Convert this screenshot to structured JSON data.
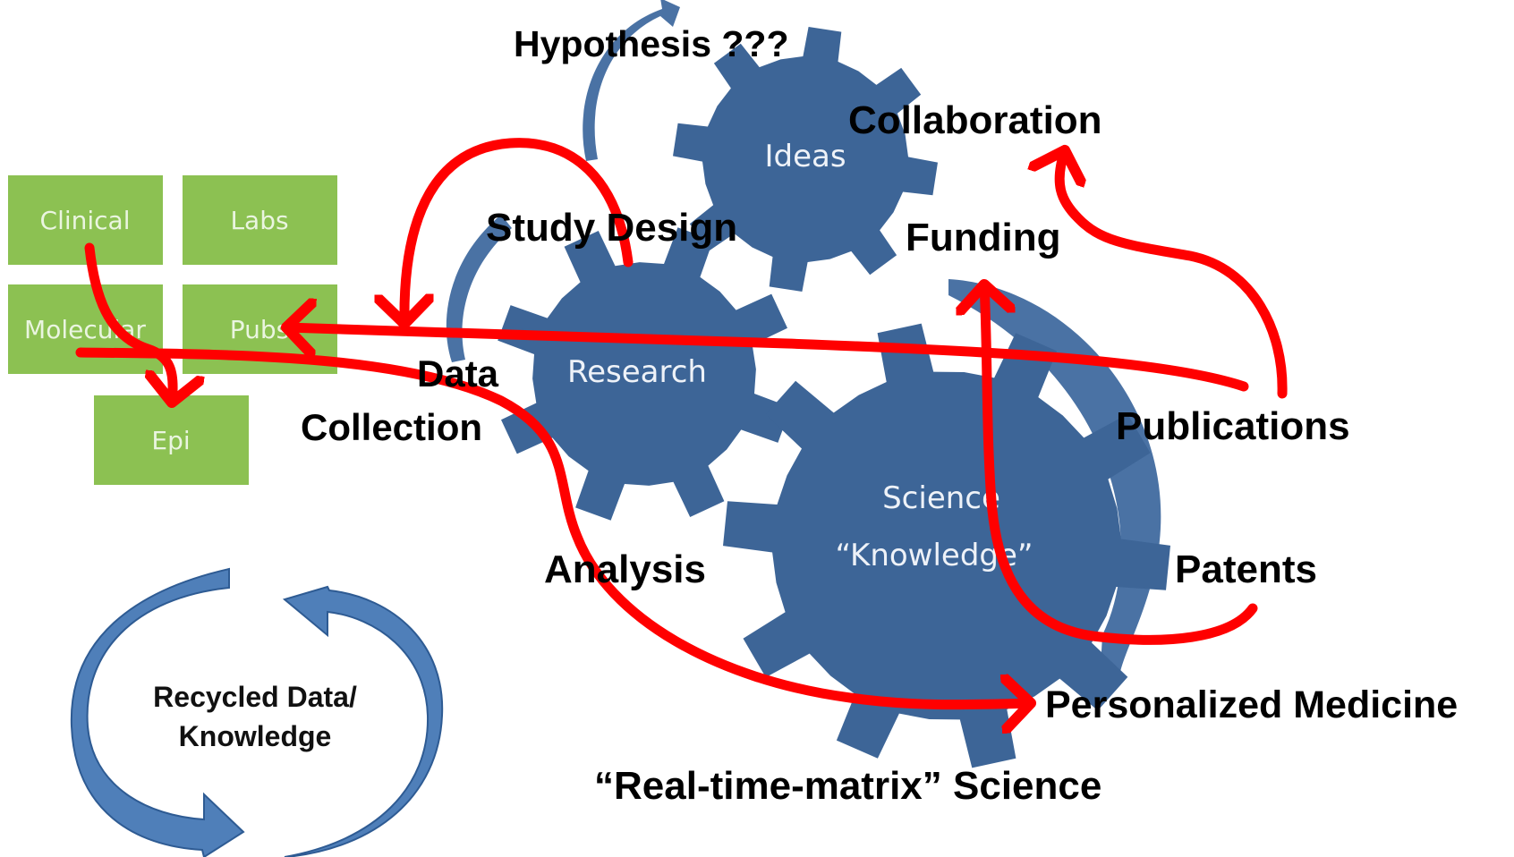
{
  "colors": {
    "gear": "#3d6597",
    "gear_arc": "#4a72a4",
    "box": "#8cc152",
    "red": "#ff0000",
    "cycle_arrow": "#4f7fb9"
  },
  "data_sources": {
    "boxes": [
      "Clinical",
      "Labs",
      "Molecular",
      "Pubs",
      "Epi"
    ]
  },
  "gears": {
    "ideas": "Ideas",
    "research": "Research",
    "science_line1": "Science",
    "science_line2": "“Knowledge”"
  },
  "labels": {
    "hypothesis": "Hypothesis ???",
    "collaboration": "Collaboration",
    "study_design": "Study Design",
    "funding": "Funding",
    "data_line1": "Data",
    "data_line2": "Collection",
    "publications": "Publications",
    "analysis": "Analysis",
    "patents": "Patents",
    "personalized_medicine": "Personalized Medicine",
    "footer": "“Real-time-matrix” Science"
  },
  "cycle": {
    "line1": "Recycled Data/",
    "line2": "Knowledge"
  }
}
